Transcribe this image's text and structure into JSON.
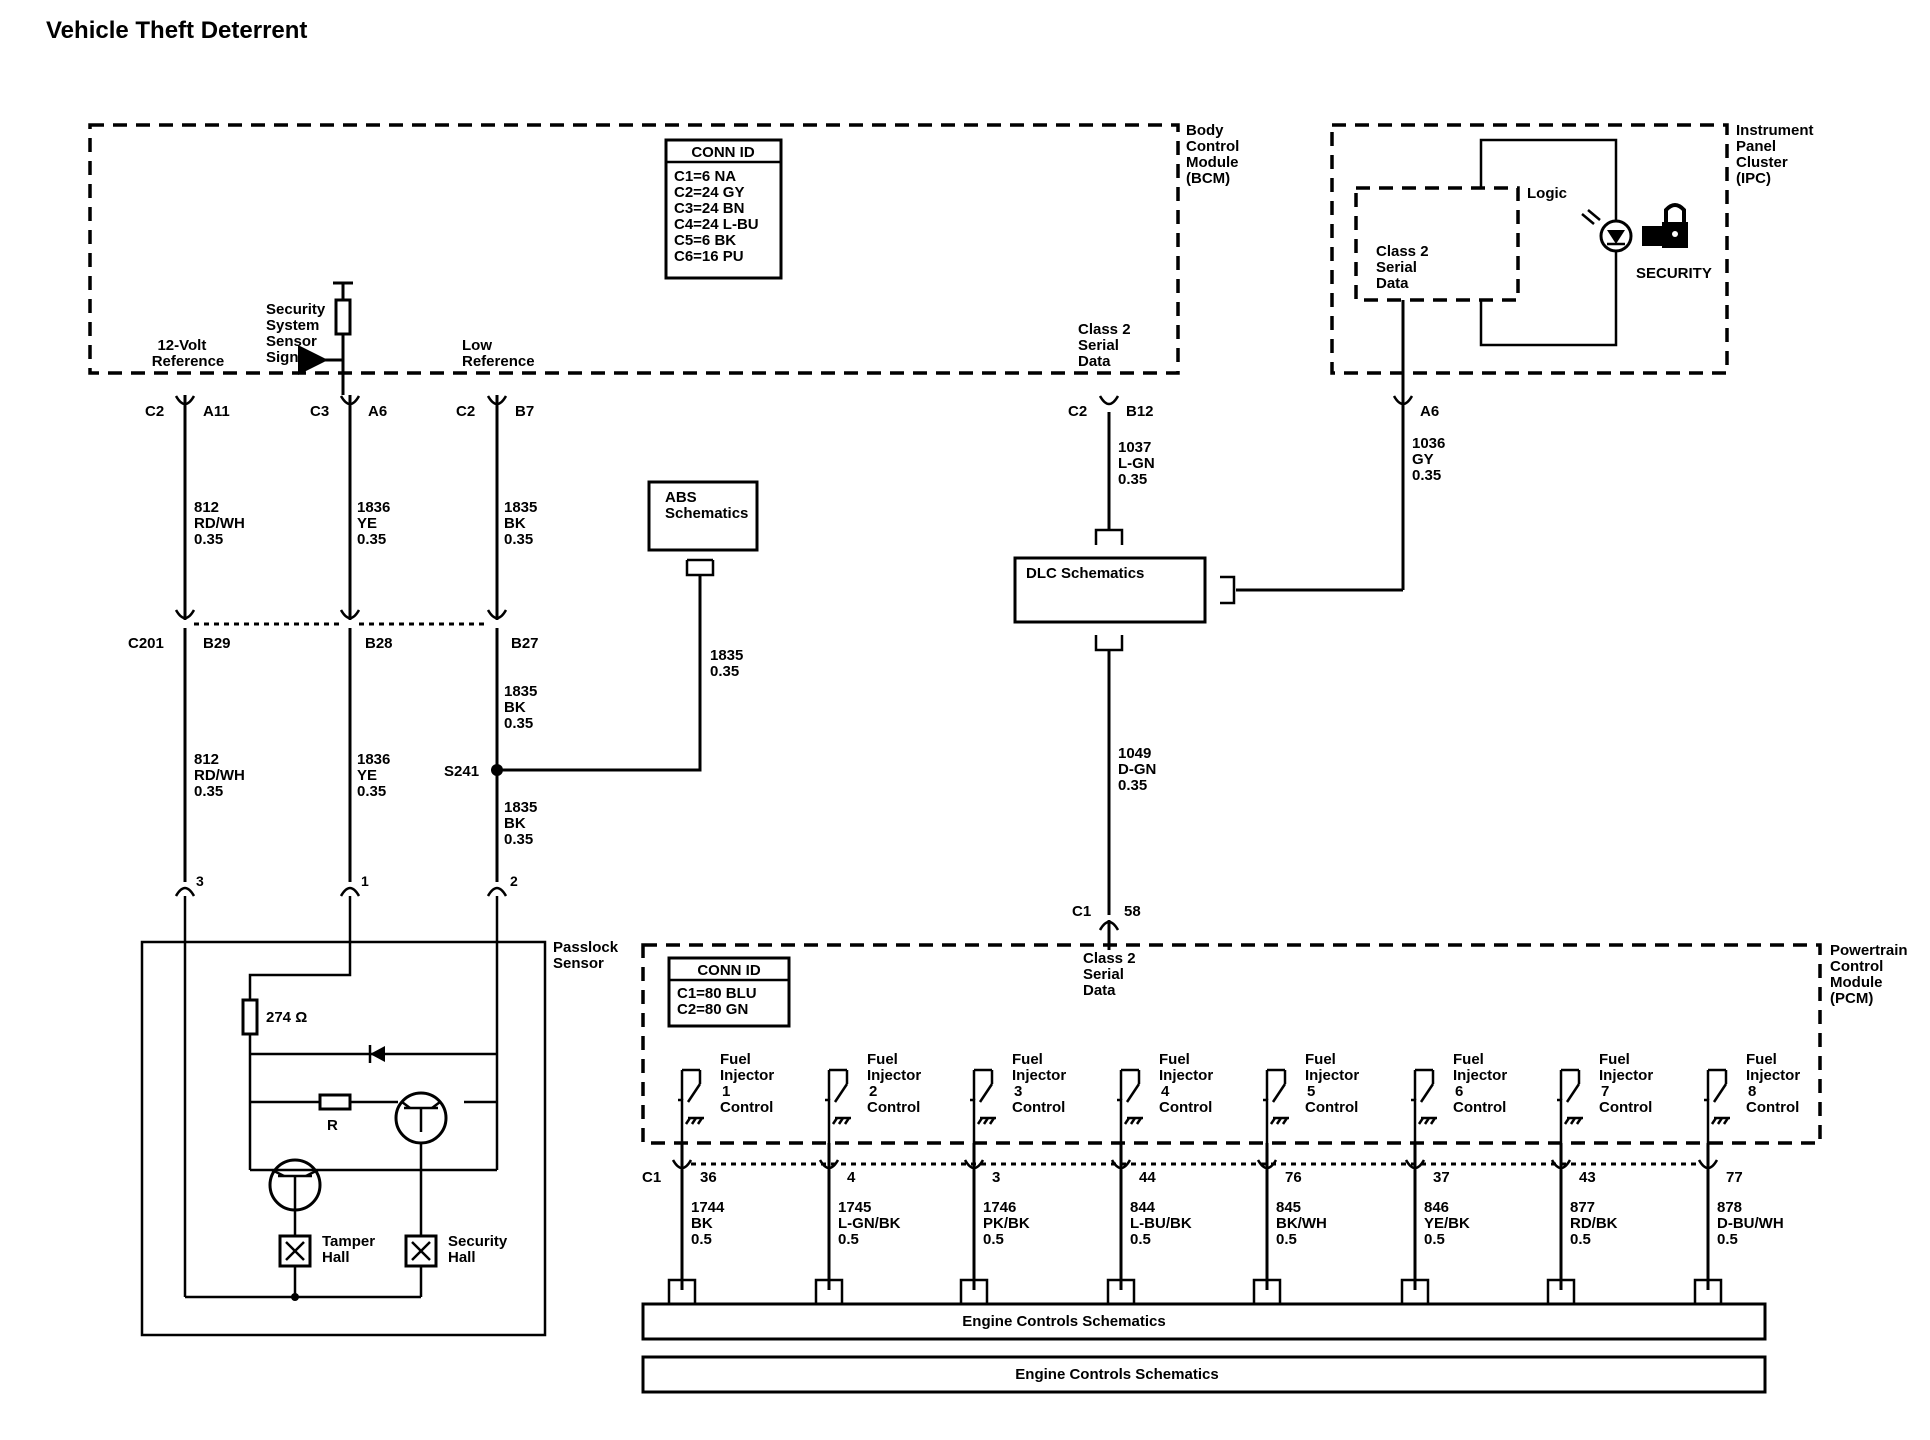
{
  "title": "Vehicle Theft Deterrent",
  "bcm": {
    "name": [
      "Body",
      "Control",
      "Module",
      "(BCM)"
    ],
    "conn_id_title": "CONN ID",
    "conn_ids": [
      "C1=6 NA",
      "C2=24 GY",
      "C3=24 BN",
      "C4=24 L-BU",
      "C5=6 BK",
      "C6=16 PU"
    ],
    "ref12v": [
      "12-Volt",
      "Reference"
    ],
    "sensor_signal": [
      "Security",
      "System",
      "Sensor",
      "Signal"
    ],
    "low_ref": [
      "Low",
      "Reference"
    ],
    "class2": [
      "Class 2",
      "Serial",
      "Data"
    ]
  },
  "ipc": {
    "name": [
      "Instrument",
      "Panel",
      "Cluster",
      "(IPC)"
    ],
    "logic": "Logic",
    "class2": [
      "Class 2",
      "Serial",
      "Data"
    ],
    "security": "SECURITY"
  },
  "pins": {
    "c2": "C2",
    "a11": "A11",
    "c3": "C3",
    "a6": "A6",
    "b7": "B7",
    "b12": "B12",
    "ipc_a6": "A6",
    "c201": "C201",
    "b29": "B29",
    "b28": "B28",
    "b27": "B27",
    "s241": "S241",
    "ps3": "3",
    "ps1": "1",
    "ps2": "2",
    "c1": "C1",
    "p58": "58"
  },
  "wires": {
    "w812": [
      "812",
      "RD/WH",
      "0.35"
    ],
    "w1836": [
      "1836",
      "YE",
      "0.35"
    ],
    "w1835": [
      "1835",
      "BK",
      "0.35"
    ],
    "w1835abs": [
      "1835",
      "0.35"
    ],
    "w1037": [
      "1037",
      "L-GN",
      "0.35"
    ],
    "w1036": [
      "1036",
      "GY",
      "0.35"
    ],
    "w1049": [
      "1049",
      "D-GN",
      "0.35"
    ]
  },
  "abs": [
    "ABS",
    "Schematics"
  ],
  "dlc": "DLC Schematics",
  "passlock": {
    "name": [
      "Passlock",
      "Sensor"
    ],
    "resistor": "274 Ω",
    "r": "R",
    "tamper": [
      "Tamper",
      "Hall"
    ],
    "security": [
      "Security",
      "Hall"
    ]
  },
  "pcm": {
    "name": [
      "Powertrain",
      "Control",
      "Module",
      "(PCM)"
    ],
    "conn_id_title": "CONN ID",
    "conn_ids": [
      "C1=80 BLU",
      "C2=80 GN"
    ],
    "class2": [
      "Class 2",
      "Serial",
      "Data"
    ],
    "c1": "C1",
    "injectors": [
      {
        "label": [
          "Fuel",
          "Injector",
          "1",
          "Control"
        ],
        "pin": "36",
        "wire": [
          "1744",
          "BK",
          "0.5"
        ]
      },
      {
        "label": [
          "Fuel",
          "Injector",
          "2",
          "Control"
        ],
        "pin": "4",
        "wire": [
          "1745",
          "L-GN/BK",
          "0.5"
        ]
      },
      {
        "label": [
          "Fuel",
          "Injector",
          "3",
          "Control"
        ],
        "pin": "3",
        "wire": [
          "1746",
          "PK/BK",
          "0.5"
        ]
      },
      {
        "label": [
          "Fuel",
          "Injector",
          "4",
          "Control"
        ],
        "pin": "44",
        "wire": [
          "844",
          "L-BU/BK",
          "0.5"
        ]
      },
      {
        "label": [
          "Fuel",
          "Injector",
          "5",
          "Control"
        ],
        "pin": "76",
        "wire": [
          "845",
          "BK/WH",
          "0.5"
        ]
      },
      {
        "label": [
          "Fuel",
          "Injector",
          "6",
          "Control"
        ],
        "pin": "37",
        "wire": [
          "846",
          "YE/BK",
          "0.5"
        ]
      },
      {
        "label": [
          "Fuel",
          "Injector",
          "7",
          "Control"
        ],
        "pin": "43",
        "wire": [
          "877",
          "RD/BK",
          "0.5"
        ]
      },
      {
        "label": [
          "Fuel",
          "Injector",
          "8",
          "Control"
        ],
        "pin": "77",
        "wire": [
          "878",
          "D-BU/WH",
          "0.5"
        ]
      }
    ]
  },
  "engine_controls_1": "Engine Controls Schematics",
  "engine_controls_2": "Engine Controls Schematics"
}
